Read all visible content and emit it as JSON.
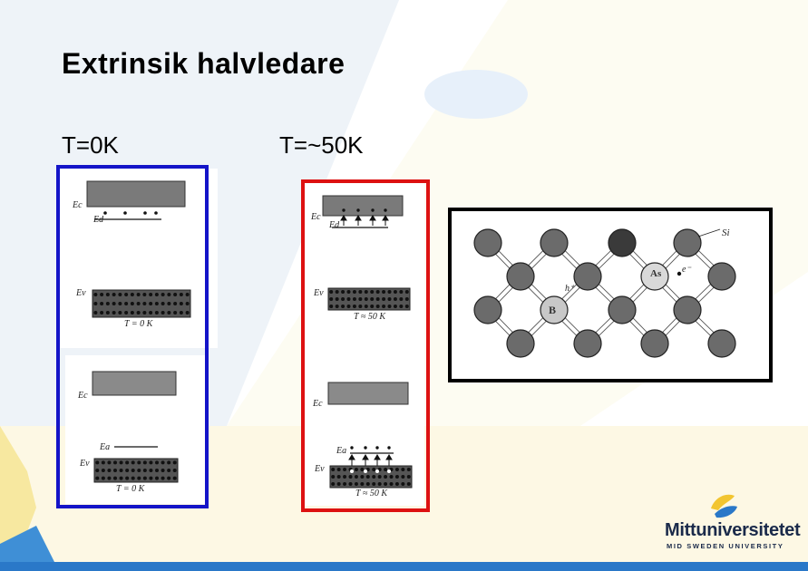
{
  "slide": {
    "title": "Extrinsik halvledare",
    "left_temp": "T=0K",
    "right_temp": "T=~50K"
  },
  "left_panel": {
    "top": {
      "ec_label": "Ec",
      "ed_label": "Ed",
      "ev_label": "Ev",
      "temp_label": "T = 0 K"
    },
    "bottom": {
      "ec_label": "Ec",
      "ea_label": "Ea",
      "ev_label": "Ev",
      "temp_label": "T = 0 K"
    }
  },
  "right_panel": {
    "top": {
      "ec_label": "Ec",
      "ed_label": "Ed",
      "ev_label": "Ev",
      "temp_label": "T ≈ 50 K"
    },
    "bottom": {
      "ec_label": "Ec",
      "ea_label": "Ea",
      "ev_label": "Ev",
      "temp_label": "T ≈ 50 K"
    }
  },
  "lattice": {
    "si_label": "Si",
    "as_label": "As",
    "b_label": "B",
    "electron_label": "e⁻",
    "hole_label": "h⁺"
  },
  "logo": {
    "name": "Mittuniversitetet",
    "subtitle": "MID SWEDEN UNIVERSITY"
  },
  "colors": {
    "left_frame": "#1414c8",
    "right_frame": "#dd1111",
    "lattice_frame": "#000000",
    "accent_blue": "#2a78c8",
    "accent_yellow": "#f2c530"
  }
}
